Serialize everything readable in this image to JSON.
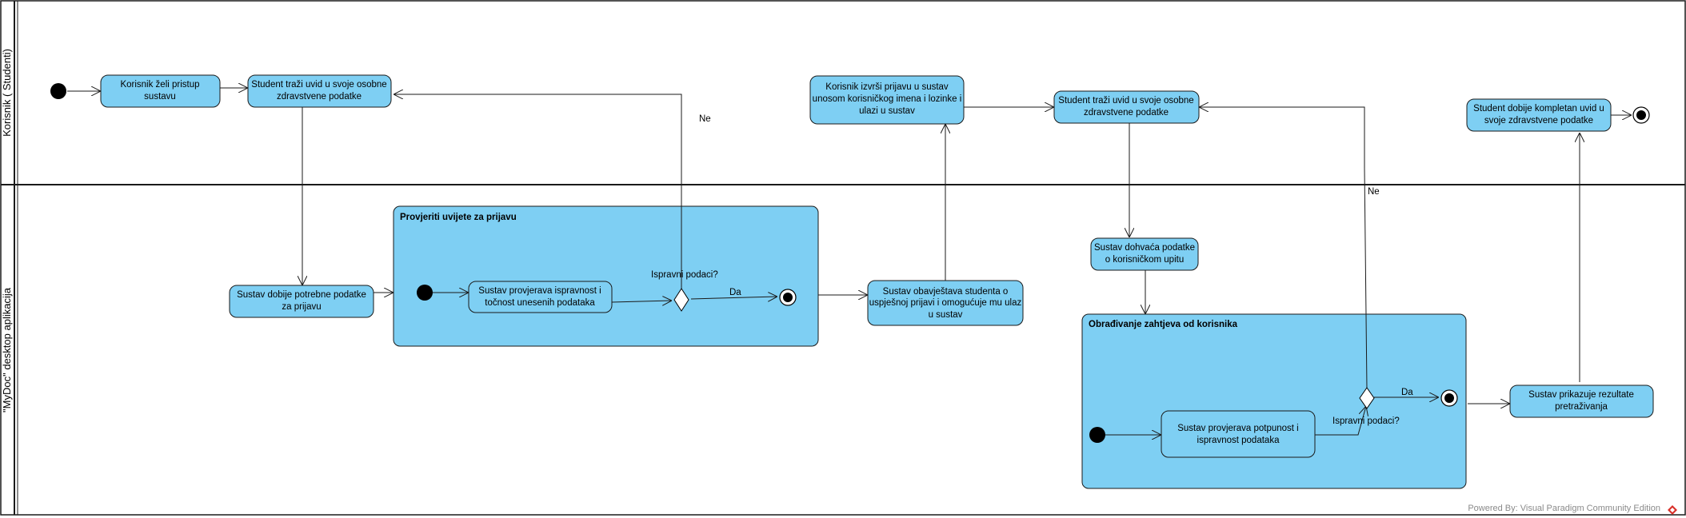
{
  "lanes": {
    "top": "Korisnik ( Studenti)",
    "bottom": "\"MyDoc\" desktop aplikacija"
  },
  "activities": {
    "a1": [
      "Korisnik  želi pristup",
      "sustavu"
    ],
    "a2": [
      "Student traži uvid u svoje osobne",
      "zdravstvene podatke"
    ],
    "a3": [
      "Sustav dobije potrebne podatke",
      "za prijavu"
    ],
    "a4": [
      "Sustav provjerava ispravnost i",
      "točnost unesenih podataka"
    ],
    "a5": [
      "Sustav obavještava studenta o",
      "uspješnoj prijavi i omogućuje mu ulaz",
      "u sustav"
    ],
    "a6": [
      "Korisnik izvrši prijavu u sustav",
      "unosom korisničkog imena i lozinke i",
      "ulazi u sustav"
    ],
    "a7": [
      "Student traži uvid u svoje osobne",
      "zdravstvene podatke"
    ],
    "a8": [
      "Sustav dohvaća podatke",
      "o korisničkom upitu"
    ],
    "a9": [
      "Sustav provjerava potpunost i",
      "ispravnost podataka"
    ],
    "a10": [
      "Sustav prikazuje rezultate",
      "pretraživanja"
    ],
    "a11": [
      "Student dobije kompletan uvid u",
      "svoje zdravstvene podatke"
    ]
  },
  "groups": {
    "g1": "Provjeriti uvijete za prijavu",
    "g2": "Obrađivanje zahtjeva od korisnika"
  },
  "guards": {
    "decision1": "Ispravni podaci?",
    "yes1": "Da",
    "no1": "Ne",
    "decision2": "Ispravni podaci?",
    "yes2": "Da",
    "no2": "Ne"
  },
  "footer": "Powered By: Visual Paradigm Community Edition",
  "colors": {
    "activity_fill": "#7ecff3",
    "line": "#1a1a1a",
    "footer_logo": "#d9302a"
  }
}
